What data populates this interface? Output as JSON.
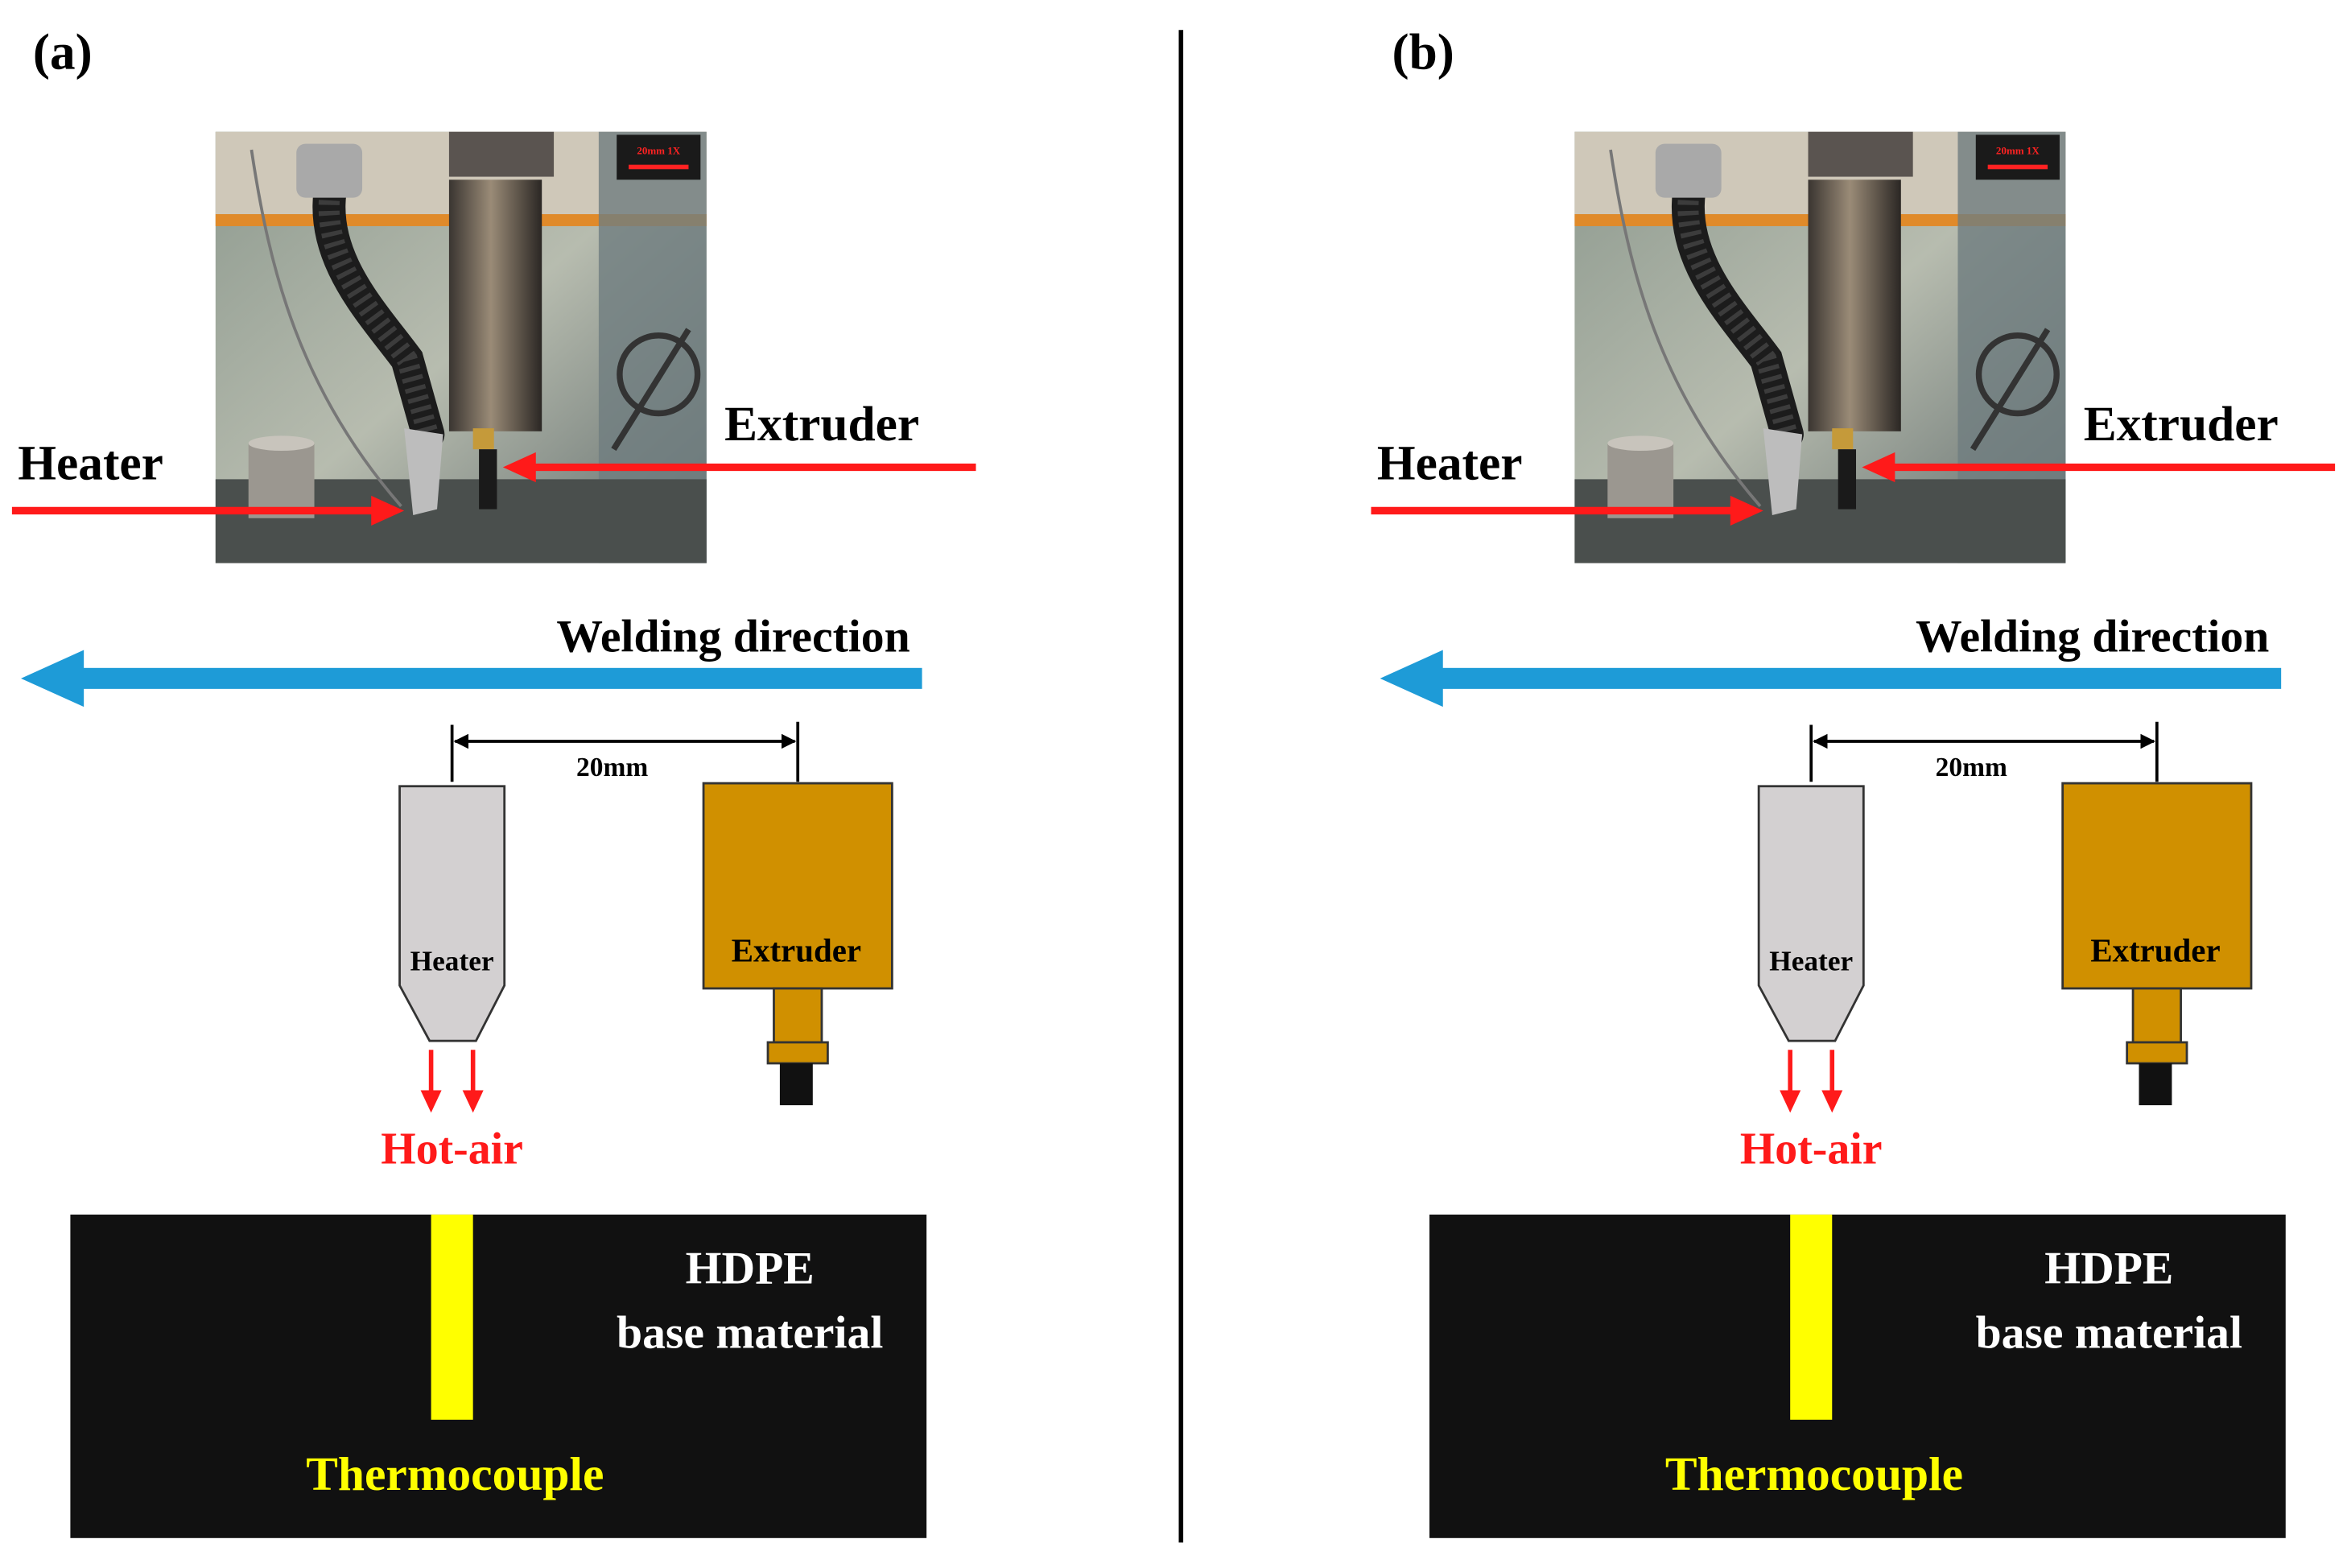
{
  "panels": [
    {
      "label": "(a)",
      "photo": {
        "scale_label": "20mm 1X",
        "heater_label": "Heater",
        "extruder_label": "Extruder"
      },
      "welding_direction_label": "Welding direction",
      "spacing_label": "20mm",
      "heater_label": "Heater",
      "extruder_label": "Extruder",
      "hot_air_label": "Hot-air",
      "base_material_label_1": "HDPE",
      "base_material_label_2": "base material",
      "thermocouple_label": "Thermocouple"
    },
    {
      "label": "(b)",
      "photo": {
        "scale_label": "20mm 1X",
        "heater_label": "Heater",
        "extruder_label": "Extruder"
      },
      "welding_direction_label": "Welding direction",
      "spacing_label": "20mm",
      "heater_label": "Heater",
      "extruder_label": "Extruder",
      "hot_air_label": "Hot-air",
      "base_material_label_1": "HDPE",
      "base_material_label_2": "base material",
      "thermocouple_label": "Thermocouple"
    }
  ],
  "colors": {
    "annotation_arrow": "#ff1a1a",
    "welding_direction_arrow": "#1e9bd7",
    "heater_body": "#d3d0d1",
    "extruder_body": "#d09000",
    "base_material": "#111111",
    "thermocouple": "#ffff00",
    "hot_air_text": "#ff1a1a",
    "divider": "#000000"
  }
}
